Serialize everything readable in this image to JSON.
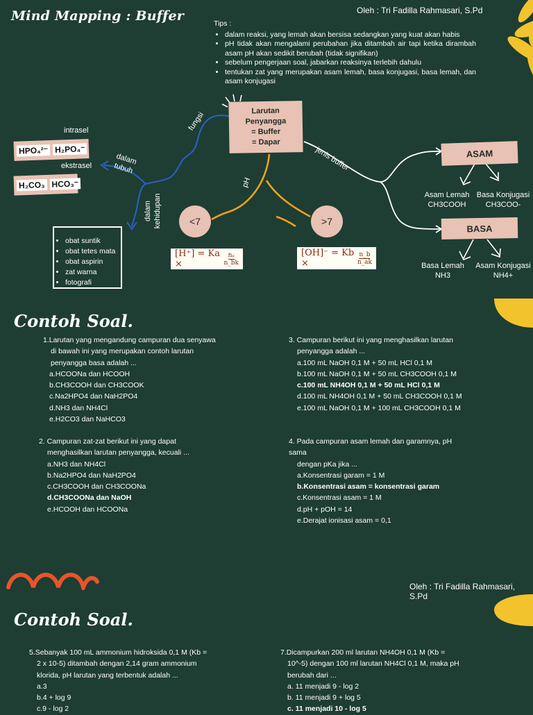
{
  "header": {
    "title": "Mind Mapping : Buffer",
    "author": "Oleh : Tri Fadilla Rahmasari, S.Pd"
  },
  "tips": {
    "heading": "Tips :",
    "items": [
      "dalam reaksi, yang lemah akan bersisa sedangkan yang kuat akan habis",
      "pH tidak akan mengalami perubahan jika ditambah air tapi ketika dirambah asam pH akan sedikit berubah (tidak signifikan)",
      "sebelum pengerjaan soal, jabarkan reaksinya terlebih dahulu",
      "tentukan zat yang merupakan asam lemah, basa konjugasi, basa lemah, dan asam konjugasi"
    ]
  },
  "mindmap": {
    "center": [
      "Larutan",
      "Penyangga",
      "= Buffer",
      "= Dapar"
    ],
    "branch_fungsi": "fungsi",
    "branch_dalam_tubuh": "dalam tubuh",
    "branch_dalam_kehidupan": "dalam kehidupan",
    "branch_ph": "pH",
    "branch_jenis": "jenis buffer",
    "intrasel_label": "intrasel",
    "intrasel_ions": [
      "HPO₄²⁻",
      "H₂PO₄⁻"
    ],
    "ekstrasel_label": "ekstrasel",
    "ekstrasel_ions": [
      "H₂CO₃",
      "HCO₃⁻"
    ],
    "uses": [
      "obat suntik",
      "obat tetes mata",
      "obat aspirin",
      "zat warna",
      "fotografi"
    ],
    "ph_low": "<7",
    "ph_high": ">7",
    "formula_acid": {
      "lhs": "[H⁺] = Ka ×",
      "num": "nₐ",
      "den": "n_bk"
    },
    "formula_base": {
      "lhs": "[OH]⁻ = Kb ×",
      "num": "n_b",
      "den": "n_ak"
    },
    "asam": {
      "label": "ASAM",
      "left": [
        "Asam Lemah",
        "CH3COOH"
      ],
      "right": [
        "Basa Konjugasi",
        "CH3COO-"
      ]
    },
    "basa": {
      "label": "BASA",
      "left": [
        "Basa Lemah",
        "NH3"
      ],
      "right": [
        "Asam Konjugasi",
        "NH4+"
      ]
    }
  },
  "section1": {
    "title": "Contoh Soal.",
    "q1": {
      "stem": [
        "1.Larutan yang mengandung campuran dua senyawa",
        "di bawah ini yang merupakan contoh larutan",
        "penyangga basa adalah ..."
      ],
      "options": [
        "a.HCOONa dan HCOOH",
        "b.CH3COOH dan CH3COOK",
        "c.Na2HPO4 dan NaH2PO4",
        "d.NH3 dan NH4Cl",
        "e.H2CO3 dan NaHCO3"
      ]
    },
    "q2": {
      "stem": [
        "2. Campuran zat-zat berikut ini yang dapat",
        "menghasilkan larutan penyangga, kecuali ..."
      ],
      "options": [
        "a.NH3 dan NH4Cl",
        "b.Na2HPO4 dan NaH2PO4",
        "c.CH3COOH dan CH3COONa",
        "d.CH3COONa dan NaOH",
        "e.HCOOH dan HCOONa"
      ]
    },
    "q3": {
      "stem": [
        "3. Campuran berikut ini yang menghasilkan larutan",
        "penyangga adalah ..."
      ],
      "options": [
        "a.100 mL NaOH 0,1 M + 50 mL HCl 0,1 M",
        "b.100 mL NaOH 0,1 M + 50 mL CH3COOH 0,1 M",
        "c.100 mL NH4OH 0,1 M + 50 mL HCl 0,1 M",
        "d.100 mL NH4OH 0,1 M + 50 mL CH3COOH 0,1 M",
        "e.100 mL NaOH 0,1 M + 100 mL CH3COOH 0,1 M"
      ]
    },
    "q4": {
      "stem": [
        "4. Pada campuran asam lemah dan garamnya, pH",
        "sama",
        "dengan pKa jika ..."
      ],
      "options": [
        "a.Konsentrasi garam = 1 M",
        "b.Konsentrasi asam = konsentrasi garam",
        "c.Konsentrasi asam = 1 M",
        "d.pH + pOH = 14",
        "e.Derajat ionisasi asam = 0,1"
      ]
    }
  },
  "section2": {
    "title": "Contoh Soal.",
    "q5": {
      "stem": [
        "5.Sebanyak 100 mL ammonium hidroksida 0,1 M (Kb =",
        "2 x 10-5) ditambah dengan 2,14 gram ammonium",
        "klorida, pH larutan yang terbentuk adalah ..."
      ],
      "options": [
        "a.3",
        "b.4 + log 9",
        "c.9 - log 2"
      ]
    },
    "q7": {
      "stem": [
        "7.Dicampurkan 200 ml larutan NH4OH 0,1 M (Kb =",
        "10^-5) dengan 100 ml larutan NH4Cl 0,1 M, maka pH",
        "berubah dari ..."
      ],
      "options": [
        "a. 11 menjadi 9 - log 2",
        "b. 11 menjadi 9 + log 5",
        "c. 11 menjadi 10 - log 5"
      ]
    }
  },
  "colors": {
    "background": "#1e3d33",
    "accent_pink": "#e8c2b4",
    "ph_line": "#f0a218",
    "branch_blue": "#2a5fb8",
    "orange_wave": "#e8552a",
    "sun": "#f2c32c"
  }
}
